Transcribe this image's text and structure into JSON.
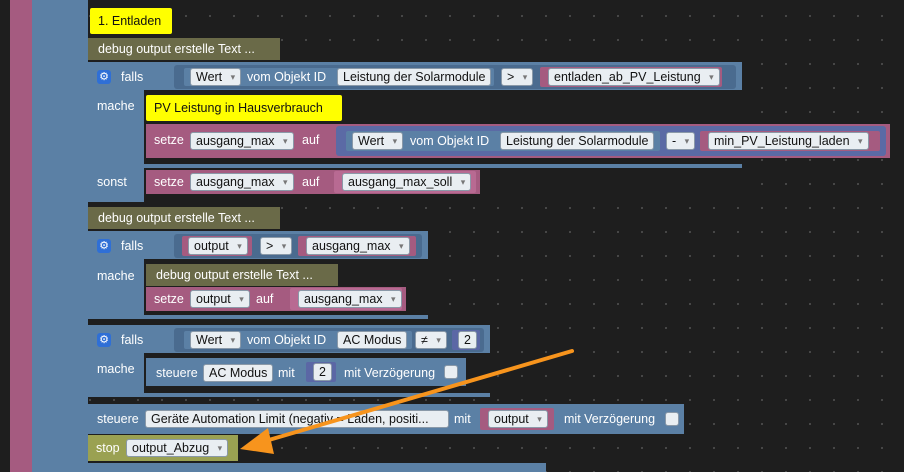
{
  "workspace": {
    "comment_1": "1. Entladen",
    "debug_1": "debug output erstelle Text ...",
    "if1": {
      "falls": "falls",
      "value_label": "Wert",
      "from_object": "vom Objekt ID",
      "object_1": "Leistung der Solarmodule",
      "op_1": ">",
      "var_1": "entladen_ab_PV_Leistung",
      "mache": "mache",
      "comment_2": "PV Leistung in Hausverbrauch",
      "setze": "setze",
      "set_var_1": "ausgang_max",
      "auf": "auf",
      "object_2": "Leistung der Solarmodule",
      "op_minus": "-",
      "var_min": "min_PV_Leistung_laden",
      "sonst": "sonst",
      "set_var_2": "ausgang_max",
      "val_soll": "ausgang_max_soll"
    },
    "debug_2": "debug output erstelle Text ...",
    "if2": {
      "falls": "falls",
      "var_output": "output",
      "op": ">",
      "var_max": "ausgang_max",
      "mache": "mache",
      "debug_inner": "debug output erstelle Text ...",
      "setze": "setze",
      "set_var": "output",
      "auf": "auf",
      "val": "ausgang_max"
    },
    "if3": {
      "falls": "falls",
      "value_label": "Wert",
      "from_object": "vom Objekt ID",
      "object": "AC Modus",
      "op": "≠",
      "num": "2",
      "mache": "mache",
      "steuere": "steuere",
      "target": "AC Modus",
      "mit": "mit",
      "num2": "2",
      "delay": "mit Verzögerung"
    },
    "control": {
      "steuere": "steuere",
      "target": "Geräte Automation Limit (negativ = Laden, positi...",
      "mit": "mit",
      "var": "output",
      "delay": "mit Verzögerung"
    },
    "stop": {
      "label": "stop",
      "var": "output_Abzug"
    }
  },
  "colors": {
    "logic_blue": "#5b80a5",
    "variable_pink": "#a55b80",
    "debug_olive": "#6a6a48",
    "comment_yellow": "#ffff00",
    "procedure_purple": "#a55b80",
    "arrow_orange": "#f7941d"
  }
}
